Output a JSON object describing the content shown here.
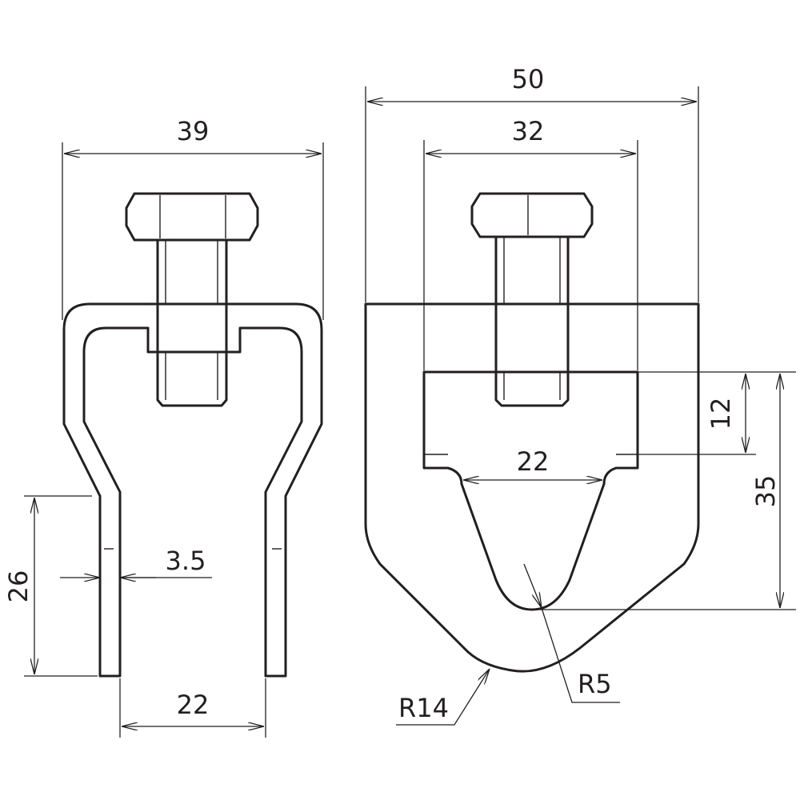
{
  "drawing": {
    "side_view": {
      "overall_width": "39",
      "leg_length": "26",
      "thickness": "3.5",
      "inner_width": "22"
    },
    "front_view": {
      "overall_width": "50",
      "slot_width": "32",
      "slot_height": "12",
      "groove_width": "22",
      "depth": "35",
      "inner_radius": "R5",
      "outer_radius": "R14"
    },
    "line_color": "#231f20"
  }
}
